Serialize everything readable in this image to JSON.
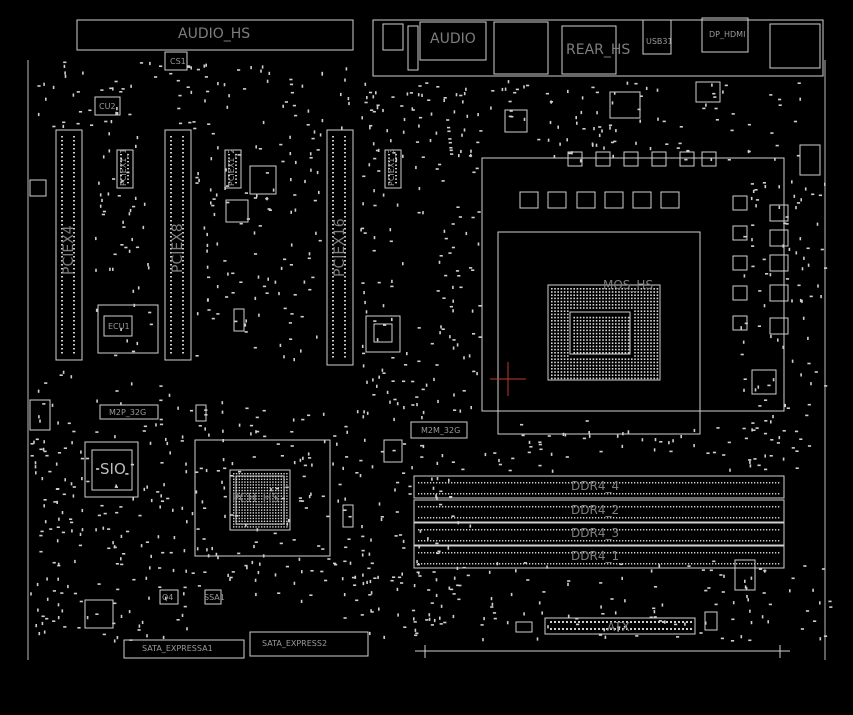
{
  "labels": {
    "audio_hs": "AUDIO_HS",
    "audio": "AUDIO",
    "rear_hs": "REAR_HS",
    "usb31": "USB31",
    "pciex4": "PCIEX4",
    "pciex8": "PCIEX8",
    "pciex16": "PCIEX16",
    "pciex1_1": "PCIEX1_1",
    "pciex1_2": "PCIEX1_2",
    "pciex1_3": "PCIEX1_3",
    "mos_hs": "MOS_HS",
    "m2p_32g": "M2P_32G",
    "m2m_32g": "M2M_32G",
    "sio": "SIO",
    "pch_hs": "PCH_HS",
    "ddr4_4": "DDR4_4",
    "ddr4_2": "DDR4_2",
    "ddr4_3": "DDR4_3",
    "ddr4_1": "DDR4_1",
    "atx": "ATX",
    "sata_expressa1": "SATA_EXPRESSA1",
    "sata_express2": "SATA_EXPRESS2",
    "ecu1": "ECU1",
    "q4": "Q4",
    "ssa1": "SSA1",
    "cu2": "CU2",
    "cs1": "CS1",
    "dp_hdmi": "DP_HDMI"
  },
  "colors": {
    "background": "#000000",
    "outline": "#d0d0d0",
    "label": "#7e7e7e",
    "cursor": "#c0392b"
  }
}
